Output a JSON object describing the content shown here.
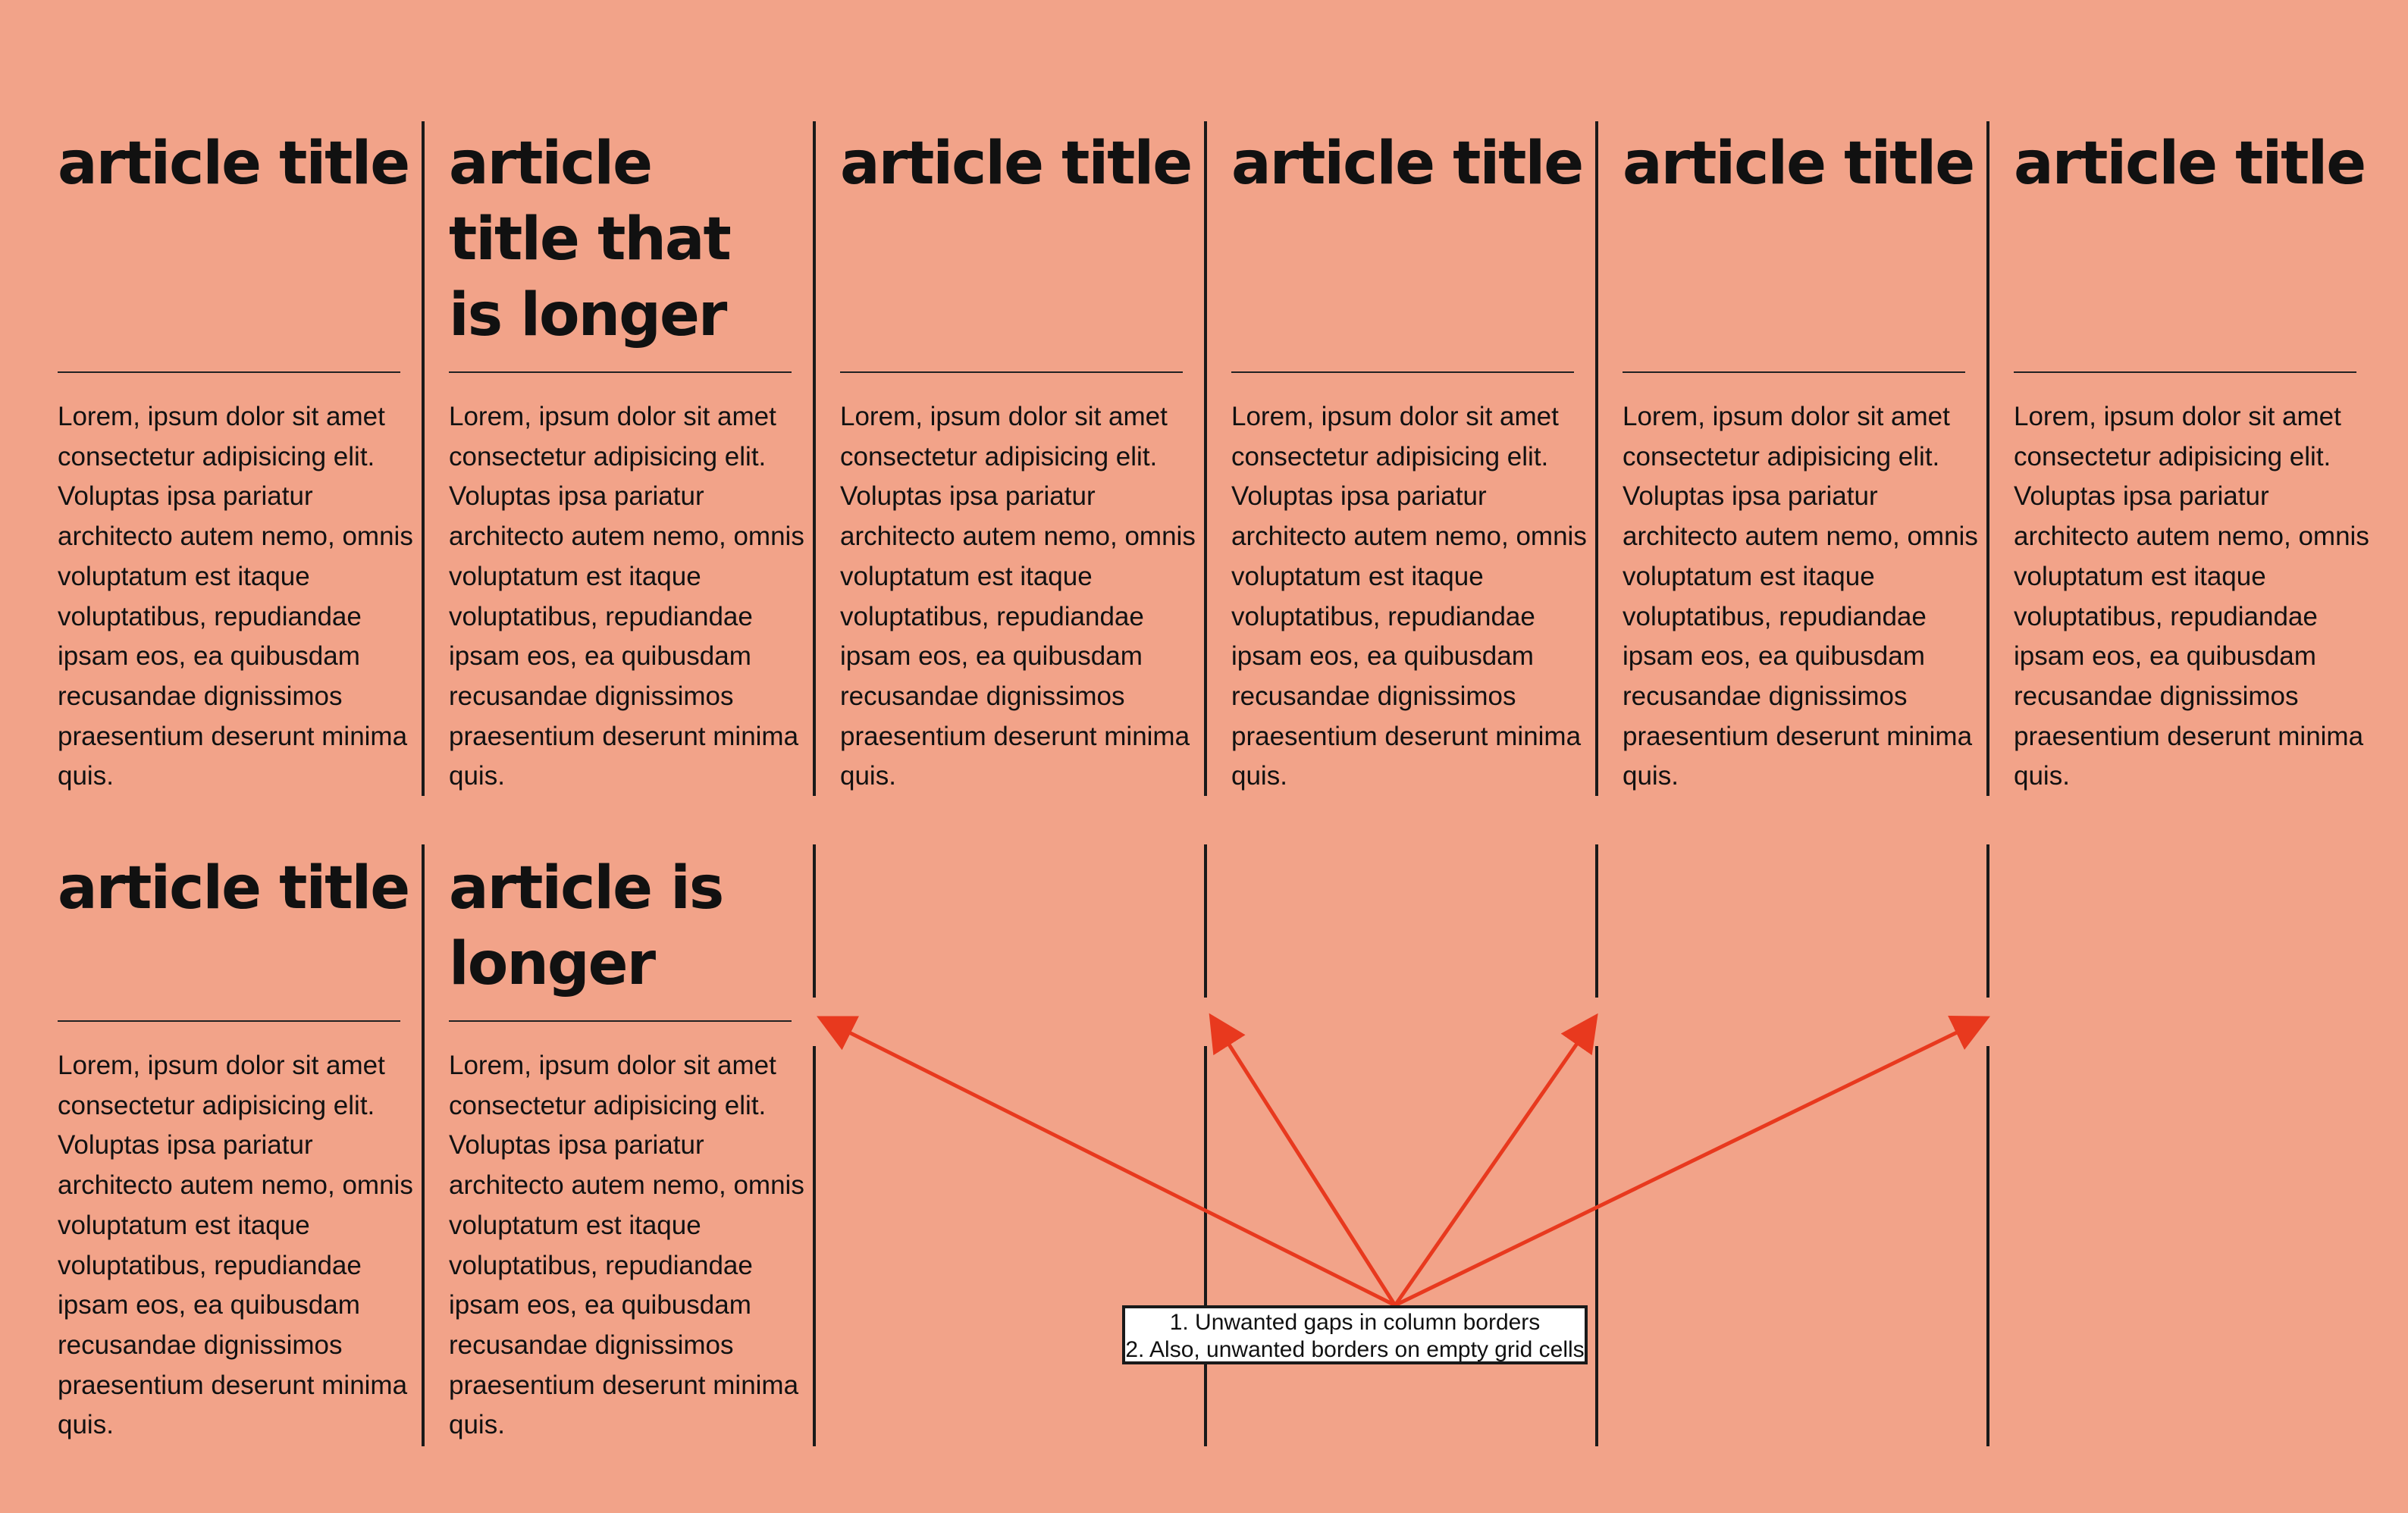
{
  "articles": [
    {
      "title": "article title",
      "body": "Lorem, ipsum dolor sit amet consectetur adipisicing elit. Voluptas ipsa pariatur architecto autem nemo, omnis voluptatum est itaque voluptatibus, repudiandae ipsam eos, ea quibusdam recusandae dignissimos praesentium deserunt minima quis."
    },
    {
      "title": "article title that is longer",
      "body": "Lorem, ipsum dolor sit amet consectetur adipisicing elit. Voluptas ipsa pariatur architecto autem nemo, omnis voluptatum est itaque voluptatibus, repudiandae ipsam eos, ea quibusdam recusandae dignissimos praesentium deserunt minima quis."
    },
    {
      "title": "article title",
      "body": "Lorem, ipsum dolor sit amet consectetur adipisicing elit. Voluptas ipsa pariatur architecto autem nemo, omnis voluptatum est itaque voluptatibus, repudiandae ipsam eos, ea quibusdam recusandae dignissimos praesentium deserunt minima quis."
    },
    {
      "title": "article title",
      "body": "Lorem, ipsum dolor sit amet consectetur adipisicing elit. Voluptas ipsa pariatur architecto autem nemo, omnis voluptatum est itaque voluptatibus, repudiandae ipsam eos, ea quibusdam recusandae dignissimos praesentium deserunt minima quis."
    },
    {
      "title": "article title",
      "body": "Lorem, ipsum dolor sit amet consectetur adipisicing elit. Voluptas ipsa pariatur architecto autem nemo, omnis voluptatum est itaque voluptatibus, repudiandae ipsam eos, ea quibusdam recusandae dignissimos praesentium deserunt minima quis."
    },
    {
      "title": "article title",
      "body": "Lorem, ipsum dolor sit amet consectetur adipisicing elit. Voluptas ipsa pariatur architecto autem nemo, omnis voluptatum est itaque voluptatibus, repudiandae ipsam eos, ea quibusdam recusandae dignissimos praesentium deserunt minima quis."
    },
    {
      "title": "article title",
      "body": "Lorem, ipsum dolor sit amet consectetur adipisicing elit. Voluptas ipsa pariatur architecto autem nemo, omnis voluptatum est itaque voluptatibus, repudiandae ipsam eos, ea quibusdam recusandae dignissimos praesentium deserunt minima quis."
    },
    {
      "title": "article is longer",
      "body": "Lorem, ipsum dolor sit amet consectetur adipisicing elit. Voluptas ipsa pariatur architecto autem nemo, omnis voluptatum est itaque voluptatibus, repudiandae ipsam eos, ea quibusdam recusandae dignissimos praesentium deserunt minima quis."
    }
  ],
  "annotation": {
    "line1": "1. Unwanted gaps in column borders",
    "line2": "2. Also, unwanted borders on empty grid cells"
  },
  "colors": {
    "background": "#f2a389",
    "arrow": "#e8391e",
    "text": "#111111"
  }
}
